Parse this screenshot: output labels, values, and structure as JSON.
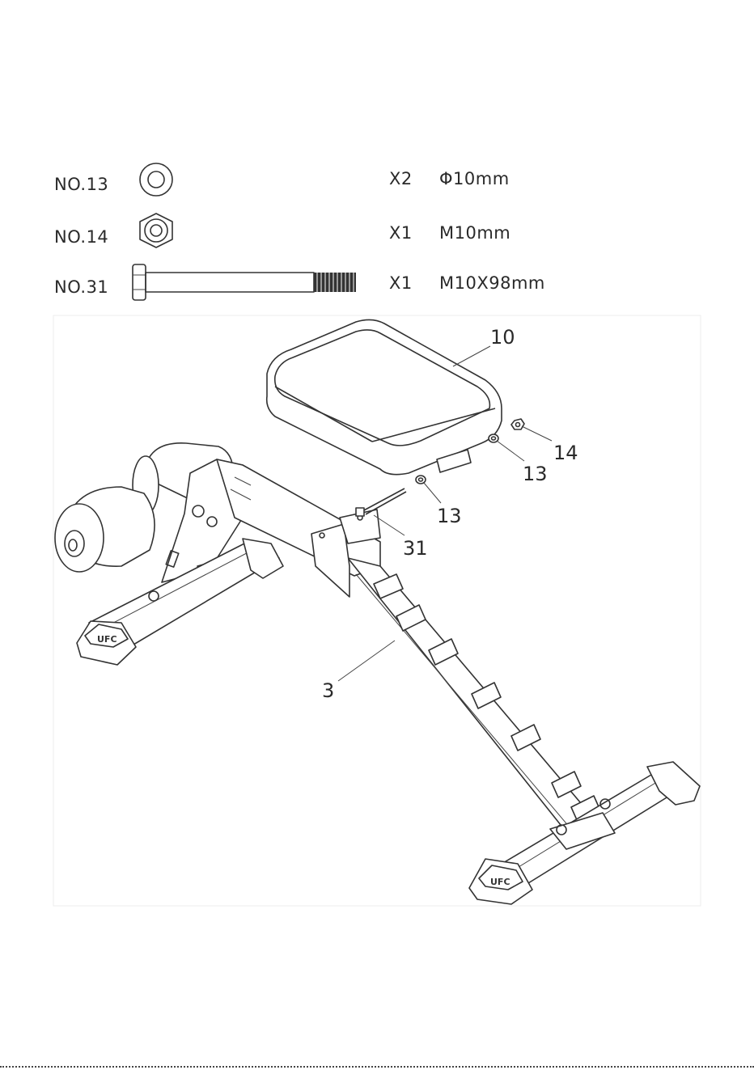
{
  "parts": [
    {
      "part_no": "NO.13",
      "qty": "X2",
      "size": "Φ10mm",
      "icon": "washer-icon"
    },
    {
      "part_no": "NO.14",
      "qty": "X1",
      "size": "M10mm",
      "icon": "hex-nut-icon"
    },
    {
      "part_no": "NO.31",
      "qty": "X1",
      "size": "M10X98mm",
      "icon": "hex-bolt-icon"
    }
  ],
  "callouts": {
    "seat_pad": "10",
    "nut": "14",
    "washer_right": "13",
    "washer_left": "13",
    "bolt": "31",
    "main_frame": "3"
  },
  "foot_logo": "UFC"
}
